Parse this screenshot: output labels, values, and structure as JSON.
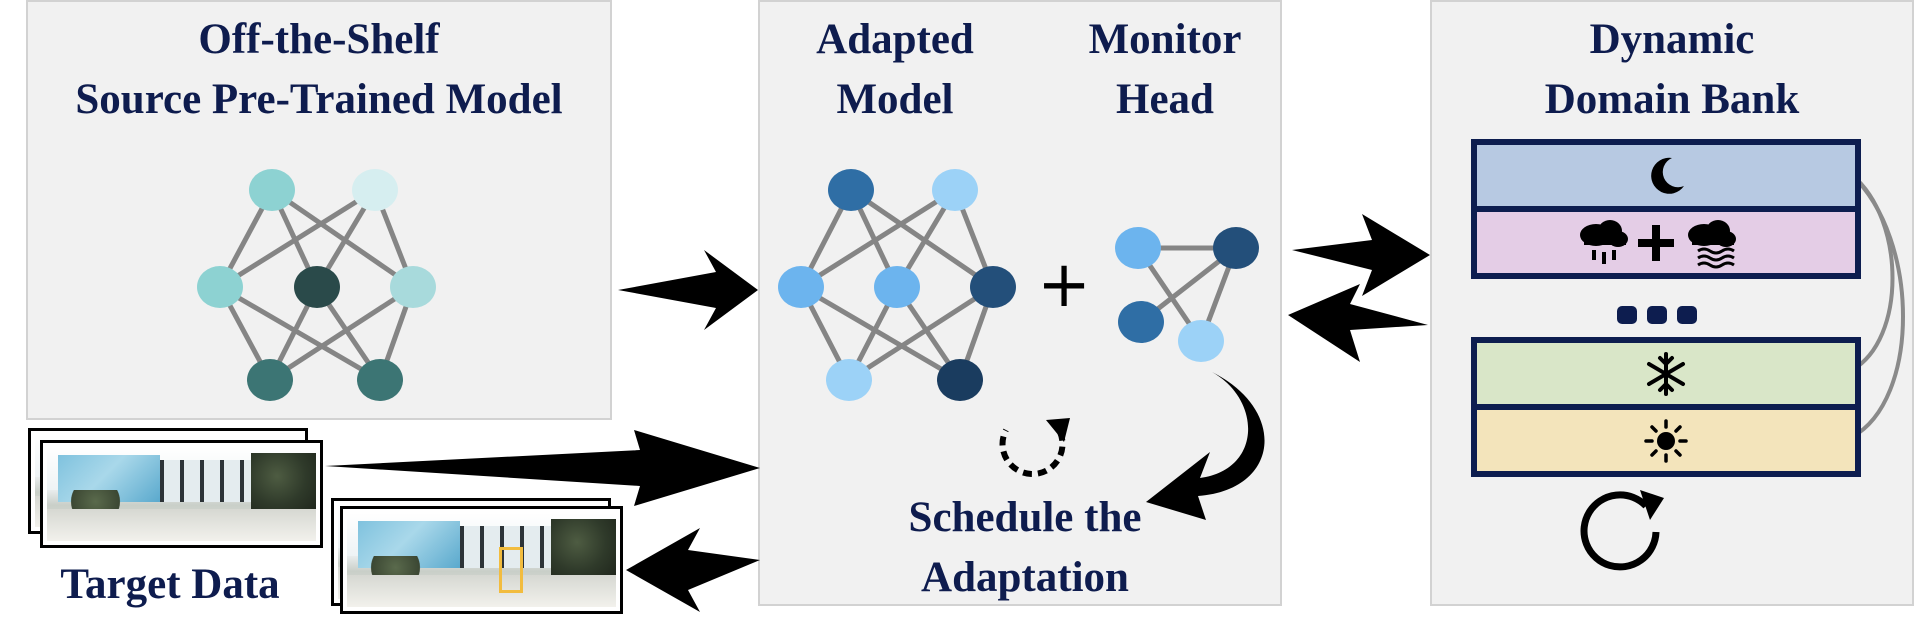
{
  "panels": {
    "source": {
      "title": "Off-the-Shelf\nSource Pre-Trained Model"
    },
    "adapted": {
      "title_model": "Adapted\nModel",
      "title_monitor": "Monitor\nHead",
      "plus": "+"
    },
    "bank": {
      "title": "Dynamic\nDomain Bank"
    }
  },
  "labels": {
    "schedule": "Schedule the\nAdaptation",
    "target_data": "Target Data"
  },
  "domain_bank": {
    "rows": [
      {
        "icon": "moon-icon",
        "color": "#b7c9e2"
      },
      {
        "icon": "rain-plus-fog-icon",
        "color": "#e4cde6"
      },
      {
        "icon": "snowflake-icon",
        "color": "#d9e6c8"
      },
      {
        "icon": "sun-icon",
        "color": "#f3e4bb"
      }
    ],
    "frame_color": "#0d1d4f"
  },
  "colors": {
    "title": "#0e1c4e",
    "panel_bg": "#f1f1f1",
    "source_nodes": [
      "#8dd2d2",
      "#d6eef0",
      "#2a4a4a",
      "#a8dadc",
      "#3c7574"
    ],
    "adapted_nodes": [
      "#2f6ea5",
      "#9cd2f7",
      "#6cb4ee",
      "#234f7a",
      "#1a3c5f"
    ],
    "bbox": "#f2bc3e"
  }
}
